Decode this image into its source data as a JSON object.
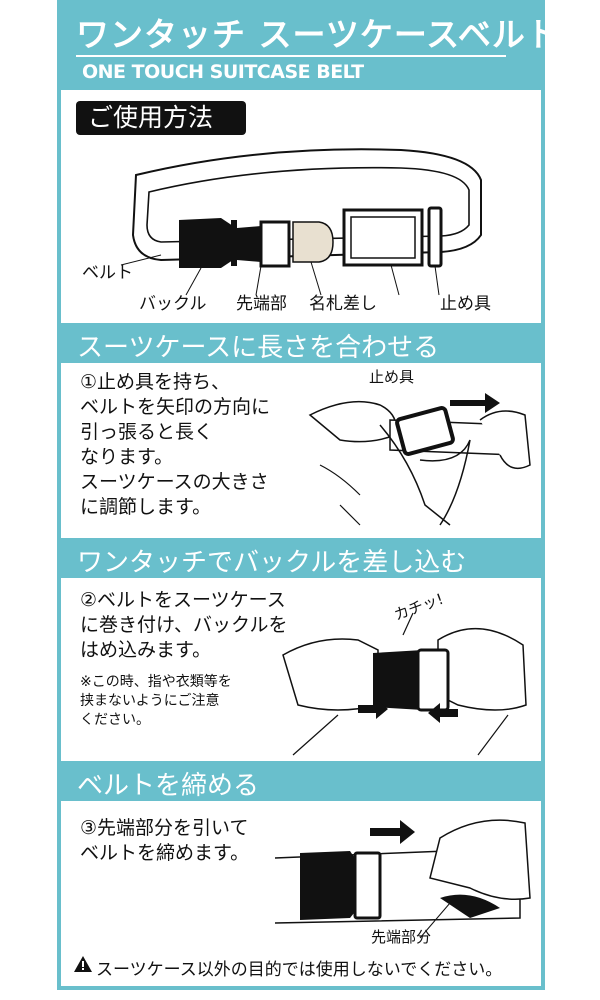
{
  "header": {
    "title_jp": "ワンタッチ スーツケースベルト",
    "title_en": "ONE TOUCH SUITCASE BELT"
  },
  "usage": {
    "label": "ご使用方法",
    "parts": {
      "belt": "ベルト",
      "buckle": "バックル",
      "tip": "先端部",
      "name_tag": "名札差し",
      "stopper": "止め具"
    }
  },
  "sections": [
    {
      "title": "スーツケースに長さを合わせる",
      "text": "①止め具を持ち、\nベルトを矢印の方向に\n引っ張ると長く\nなります。\nスーツケースの大きさ\nに調節します。",
      "illus_label": "止め具"
    },
    {
      "title": "ワンタッチでバックルを差し込む",
      "text": "②ベルトをスーツケース\nに巻き付け、バックルを\nはめ込みます。",
      "note": "※この時、指や衣類等を\n挟まないようにご注意\nください。",
      "illus_label": "カチッ!"
    },
    {
      "title": "ベルトを締める",
      "text": "③先端部分を引いて\nベルトを締めます。",
      "illus_label": "先端部分"
    }
  ],
  "footer": {
    "warning": "スーツケース以外の目的では使用しないでください。",
    "warning_icon": "warning-triangle-icon"
  },
  "colors": {
    "accent": "#69bfcc",
    "dark": "#111111"
  }
}
